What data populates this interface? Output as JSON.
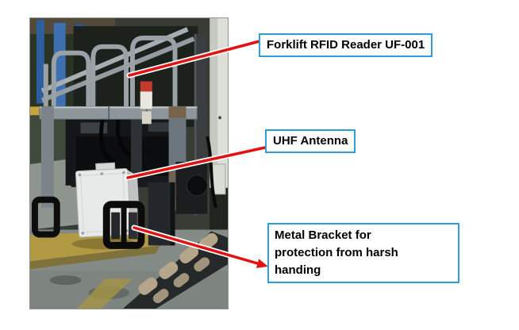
{
  "page": {
    "background": "#ffffff"
  },
  "photo": {
    "description": "Rear view of a forklift mast: gray load-backrest cage with blue warehouse racking behind, a white UHF antenna enclosure mounted in a black metal bracket above the yellow forks on a gray concrete floor"
  },
  "callouts": [
    {
      "id": "rfid_reader",
      "text": "Forklift RFID Reader UF-001"
    },
    {
      "id": "uhf_antenna",
      "text": "UHF Antenna"
    },
    {
      "id": "metal_bracket",
      "lines": [
        "Metal Bracket for",
        "protection from harsh",
        "handing"
      ]
    }
  ],
  "colors": {
    "callout_border": "#2e9fd6",
    "callout_text": "#000000",
    "leader_line": "#e11212",
    "leader_casing": "#ffffff"
  }
}
